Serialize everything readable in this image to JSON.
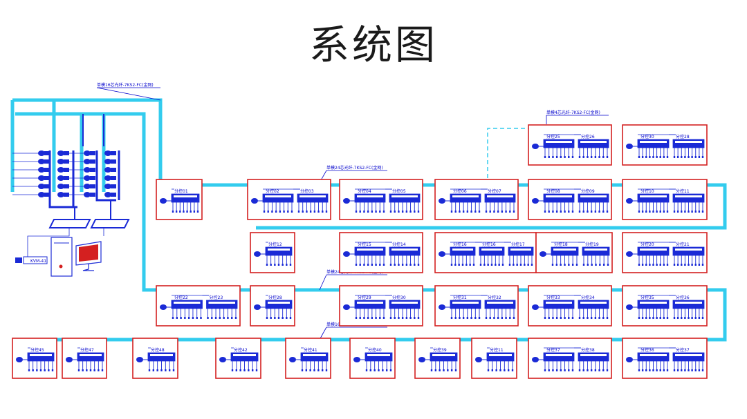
{
  "title": "系统图",
  "colors": {
    "trunk": "#33ccee",
    "box": "#d42020",
    "device": "#1a2ad6",
    "ink": "#0000cc"
  },
  "cable_labels": [
    "单模16芯光纤-7KS2-FC(金网)",
    "单模4芯光纤-7KS2-FC(金网)",
    "单模24芯光纤-7KS2-FC(金网)",
    "单模24芯光纤-7KS2-FC(金网)",
    "单模16芯光纤-7KS2-FC(金网)"
  ],
  "rows": [
    {
      "id": "r1",
      "cabinets": [
        {
          "labels": [
            "分控25",
            "分控26"
          ]
        },
        {
          "labels": [
            "分控30",
            "分控28"
          ]
        }
      ]
    },
    {
      "id": "r2",
      "cabinets": [
        {
          "labels": [
            "分控01"
          ]
        },
        {
          "labels": [
            "分控02",
            "分控03"
          ]
        },
        {
          "labels": [
            "分控04",
            "分控05"
          ]
        },
        {
          "labels": [
            "分控06",
            "分控07"
          ]
        },
        {
          "labels": [
            "分控08",
            "分控09"
          ]
        },
        {
          "labels": [
            "分控10",
            "分控11"
          ]
        }
      ]
    },
    {
      "id": "r3",
      "cabinets": [
        {
          "labels": [
            "分控12"
          ]
        },
        {
          "labels": [
            "分控15",
            "分控14"
          ]
        },
        {
          "labels": [
            "分控16",
            "分控16",
            "分控17"
          ]
        },
        {
          "labels": [
            "分控18",
            "分控19"
          ]
        },
        {
          "labels": [
            "分控20",
            "分控21"
          ]
        }
      ]
    },
    {
      "id": "r4",
      "cabinets": [
        {
          "labels": [
            "分控22",
            "分控23"
          ]
        },
        {
          "labels": [
            "分控28"
          ]
        },
        {
          "labels": [
            "分控29",
            "分控30"
          ]
        },
        {
          "labels": [
            "分控31",
            "分控32"
          ]
        },
        {
          "labels": [
            "分控33",
            "分控34"
          ]
        },
        {
          "labels": [
            "分控35",
            "分控36"
          ]
        }
      ]
    },
    {
      "id": "r5",
      "cabinets": [
        {
          "labels": [
            "分控45"
          ]
        },
        {
          "labels": [
            "分控47"
          ]
        },
        {
          "labels": [
            "分控48"
          ]
        },
        {
          "labels": [
            "分控42"
          ]
        },
        {
          "labels": [
            "分控41"
          ]
        },
        {
          "labels": [
            "分控40"
          ]
        },
        {
          "labels": [
            "分控39"
          ]
        },
        {
          "labels": [
            "分控11"
          ]
        },
        {
          "labels": [
            "分控37",
            "分控38"
          ]
        },
        {
          "labels": [
            "分控36",
            "分控37"
          ]
        }
      ]
    }
  ],
  "control_room": {
    "kvm_label": "KVM-41"
  }
}
